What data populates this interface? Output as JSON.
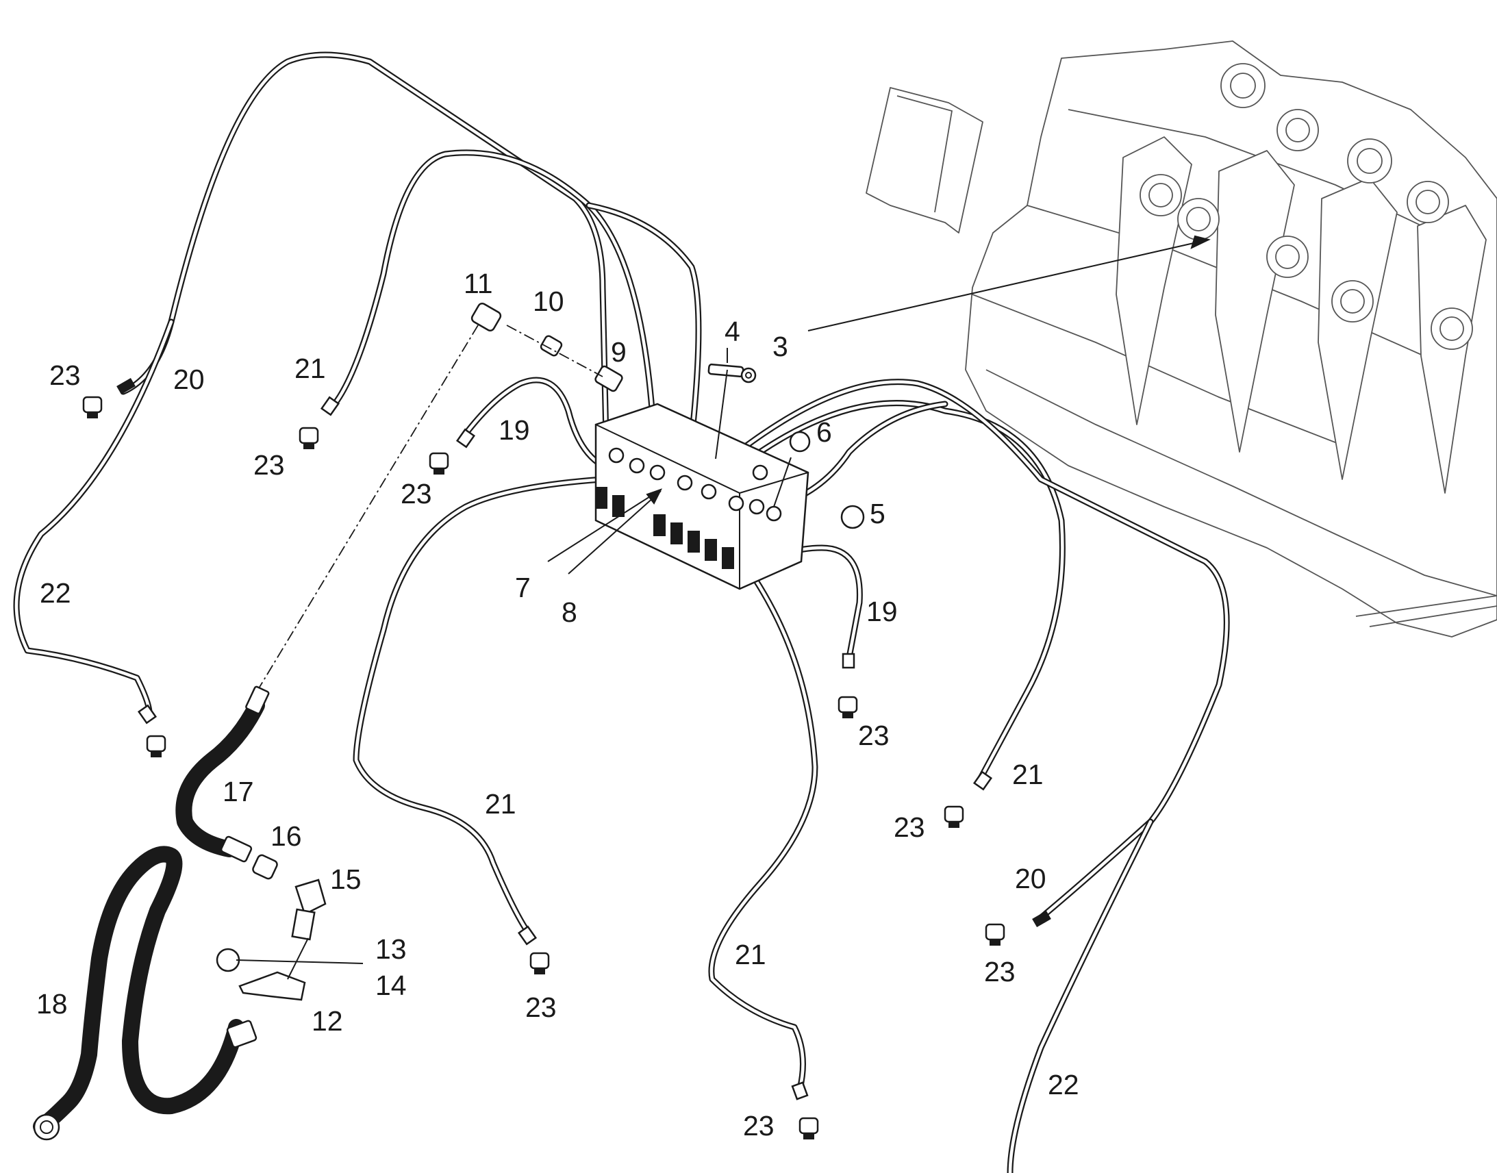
{
  "diagram": {
    "stroke_color": "#1a1a1a",
    "background": "#ffffff",
    "labels": [
      {
        "id": "3",
        "text": "3"
      },
      {
        "id": "4",
        "text": "4"
      },
      {
        "id": "5",
        "text": "5"
      },
      {
        "id": "6",
        "text": "6"
      },
      {
        "id": "7",
        "text": "7"
      },
      {
        "id": "8",
        "text": "8"
      },
      {
        "id": "9",
        "text": "9"
      },
      {
        "id": "10",
        "text": "10"
      },
      {
        "id": "11",
        "text": "11"
      },
      {
        "id": "12",
        "text": "12"
      },
      {
        "id": "13",
        "text": "13"
      },
      {
        "id": "14",
        "text": "14"
      },
      {
        "id": "15",
        "text": "15"
      },
      {
        "id": "16",
        "text": "16"
      },
      {
        "id": "17",
        "text": "17"
      },
      {
        "id": "18",
        "text": "18"
      },
      {
        "id": "19a",
        "text": "19"
      },
      {
        "id": "19b",
        "text": "19"
      },
      {
        "id": "20a",
        "text": "20"
      },
      {
        "id": "20b",
        "text": "20"
      },
      {
        "id": "21a",
        "text": "21"
      },
      {
        "id": "21b",
        "text": "21"
      },
      {
        "id": "21c",
        "text": "21"
      },
      {
        "id": "21d",
        "text": "21"
      },
      {
        "id": "22a",
        "text": "22"
      },
      {
        "id": "22b",
        "text": "22"
      },
      {
        "id": "23a",
        "text": "23"
      },
      {
        "id": "23b",
        "text": "23"
      },
      {
        "id": "23c",
        "text": "23"
      },
      {
        "id": "23d",
        "text": "23"
      },
      {
        "id": "23e",
        "text": "23"
      },
      {
        "id": "23f",
        "text": "23"
      },
      {
        "id": "23g",
        "text": "23"
      },
      {
        "id": "23h",
        "text": "23"
      }
    ]
  }
}
